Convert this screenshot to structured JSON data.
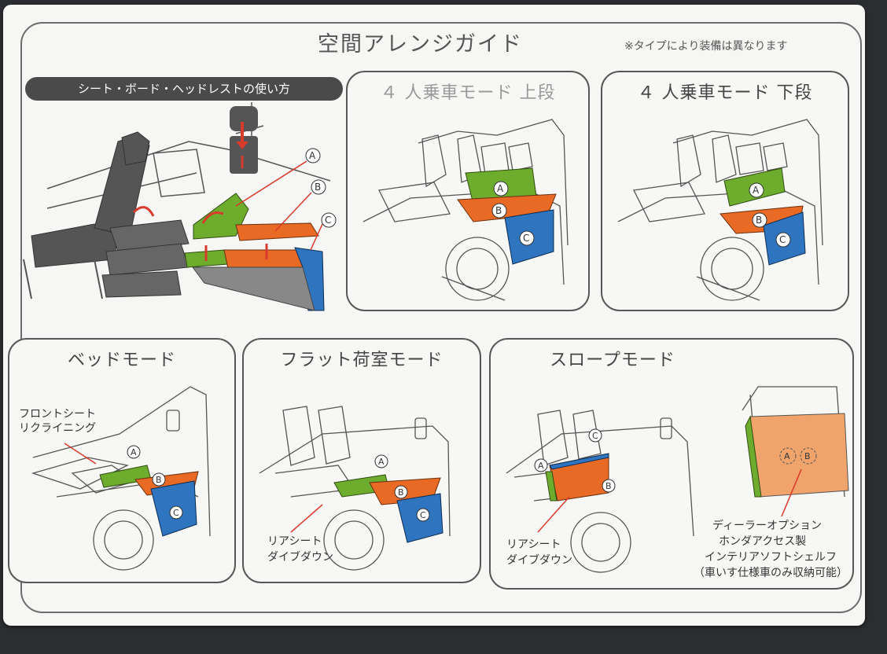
{
  "header": {
    "title": "空間アレンジガイド",
    "note": "※タイプにより装備は異なります"
  },
  "usage": {
    "heading": "シート・ボード・ヘッドレストの使い方"
  },
  "markers": {
    "a": "A",
    "b": "B",
    "c": "C"
  },
  "panels": {
    "upper": {
      "title": "４ 人乗車モード 上段"
    },
    "lower": {
      "title": "４ 人乗車モード 下段"
    },
    "bed": {
      "title": "ベッドモード",
      "label1": "フロントシート",
      "label2": "リクライニング"
    },
    "flat": {
      "title": "フラット荷室モード",
      "label1": "リアシート",
      "label2": "ダイブダウン"
    },
    "slope": {
      "title": "スロープモード",
      "label1": "リアシート",
      "label2": "ダイブダウン",
      "option1": "ディーラーオプション",
      "option2": "ホンダアクセス製",
      "option3": "インテリアソフトシェルフ",
      "option4": "（車いす仕様車のみ収納可能）"
    }
  },
  "colors": {
    "green": "#6eac2e",
    "orange": "#e86a25",
    "blue": "#2f74bf",
    "peach": "#f0a46c",
    "line": "#555555",
    "arrow": "#d83a2b"
  }
}
